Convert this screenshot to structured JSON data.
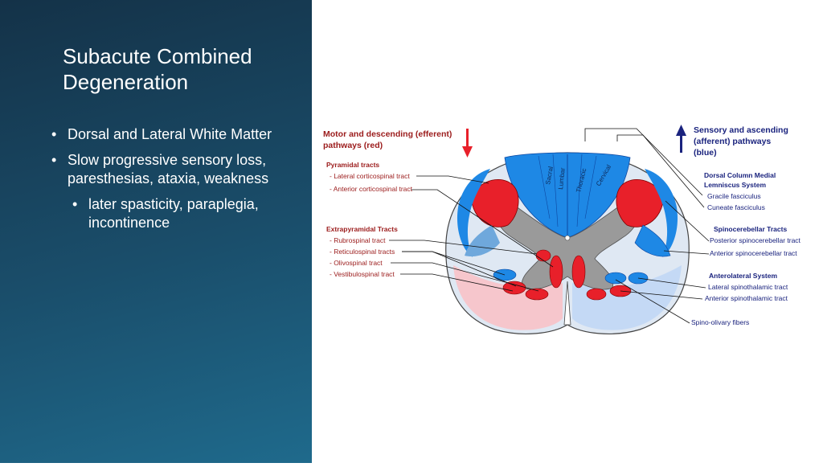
{
  "slide": {
    "title": "Subacute Combined Degeneration",
    "bullets": [
      {
        "text": "Dorsal and Lateral White Matter",
        "level": 1
      },
      {
        "text": "Slow progressive sensory loss, paresthesias, ataxia, weakness",
        "level": 1
      },
      {
        "text": "later spasticity, paraplegia, incontinence",
        "level": 2
      }
    ]
  },
  "diagram": {
    "motor_header": [
      "Motor and descending (efferent)",
      "pathways   (red)"
    ],
    "sensory_header": [
      "Sensory and ascending",
      "(afferent) pathways",
      "(blue)"
    ],
    "pyramidal": {
      "title": "Pyramidal tracts",
      "items": [
        "- Lateral corticospinal tract",
        "- Anterior corticospinal tract"
      ]
    },
    "extrapyramidal": {
      "title": "Extrapyramidal Tracts",
      "items": [
        "- Rubrospinal tract",
        "- Reticulospinal tracts",
        "- Olivospinal tract",
        "- Vestibulospinal tract"
      ]
    },
    "dorsal_column": {
      "title": [
        "Dorsal Column Medial",
        "Lemniscus System"
      ],
      "items": [
        "Gracile fasciculus",
        "Cuneate fasciculus"
      ]
    },
    "spinocerebellar": {
      "title": "Spinocerebellar Tracts",
      "items": [
        "Posterior spinocerebellar tract",
        "Anterior spinocerebellar tract"
      ]
    },
    "anterolateral": {
      "title": "Anterolateral System",
      "items": [
        "Lateral spinothalamic tract",
        "Anterior spinothalamic tract"
      ]
    },
    "spino_olivary": "Spino-olivary fibers",
    "segment_labels": [
      "Sacral",
      "Lumbar",
      "Thoracic",
      "Cervical"
    ],
    "colors": {
      "motor": "#e8202a",
      "sensory": "#1e88e5",
      "dark_red": "#9b1b1b",
      "dark_blue": "#1a237e",
      "grey": "#8a8a8a"
    }
  }
}
